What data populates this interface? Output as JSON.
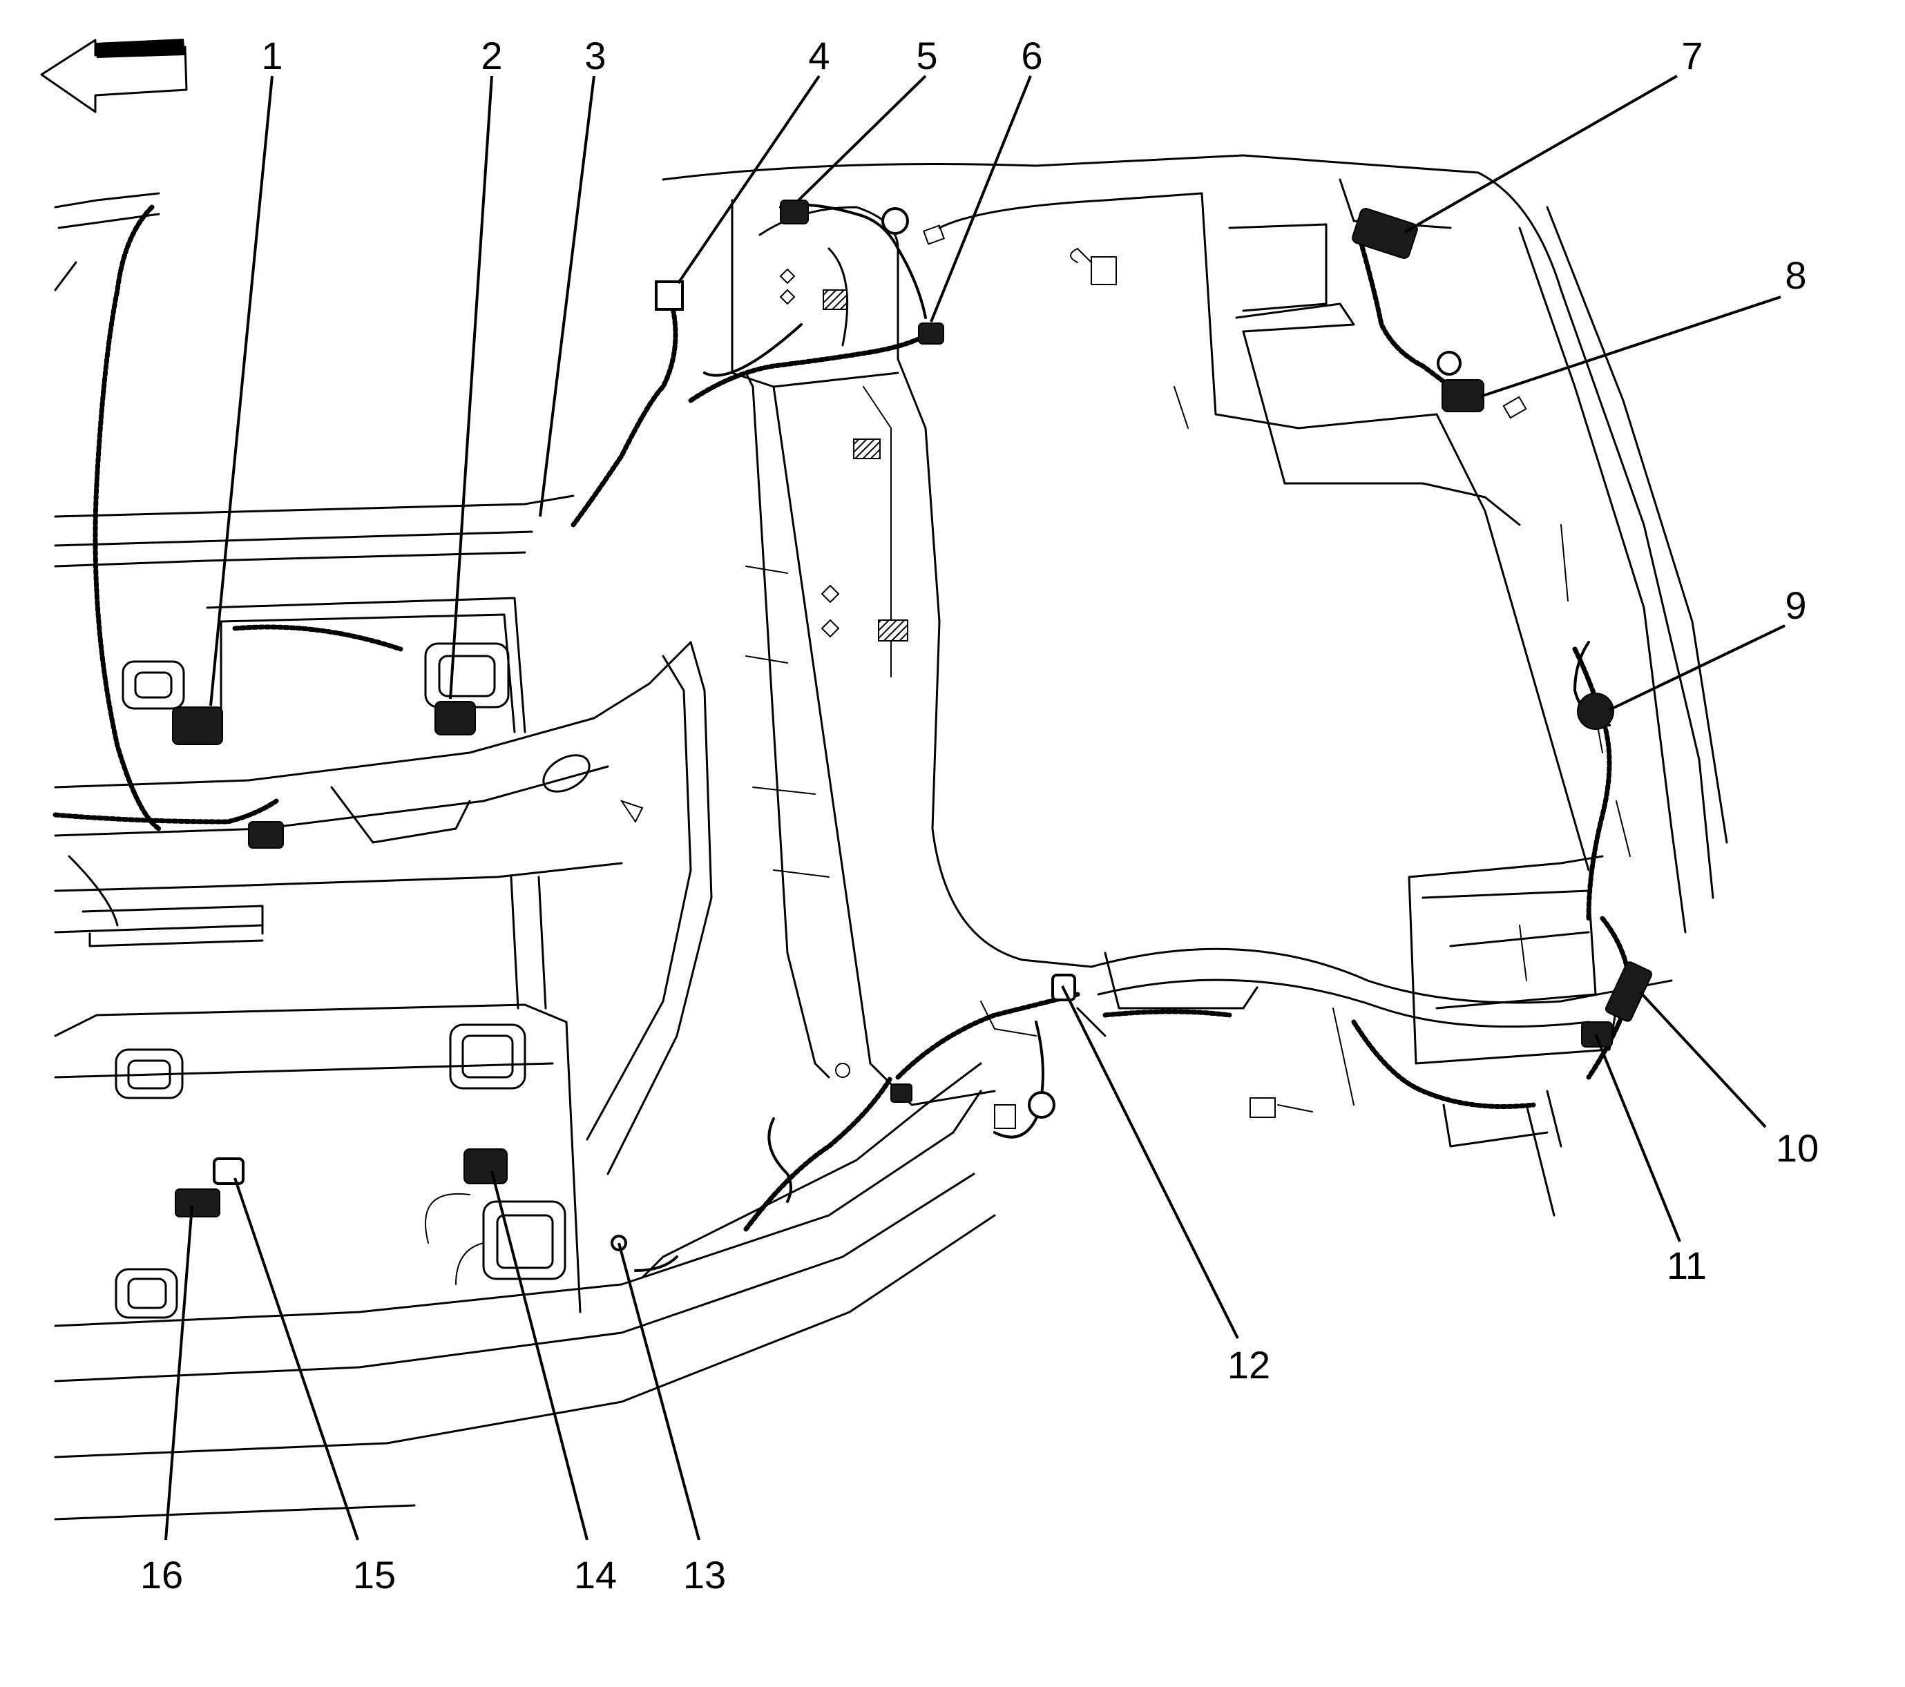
{
  "callouts": [
    {
      "label": "1"
    },
    {
      "label": "2"
    },
    {
      "label": "3"
    },
    {
      "label": "4"
    },
    {
      "label": "5"
    },
    {
      "label": "6"
    },
    {
      "label": "7"
    },
    {
      "label": "8"
    },
    {
      "label": "9"
    },
    {
      "label": "10"
    },
    {
      "label": "11"
    },
    {
      "label": "12"
    },
    {
      "label": "13"
    },
    {
      "label": "14"
    },
    {
      "label": "15"
    },
    {
      "label": "16"
    }
  ],
  "icons": {
    "direction_arrow": "arrow-left-icon"
  },
  "colors": {
    "ink": "#000000",
    "background": "#ffffff"
  }
}
